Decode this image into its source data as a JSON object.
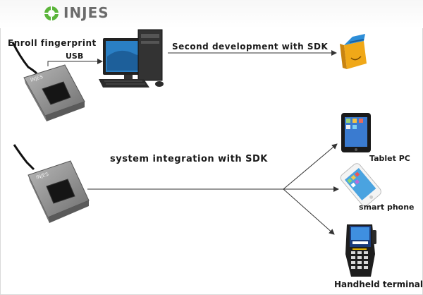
{
  "brand": {
    "logo_text": "INJES",
    "accent_green": "#5bb53a"
  },
  "top_flow": {
    "source_label": "Enroll fingerprint",
    "connection_label": "USB",
    "sdk_label": "Second development with SDK"
  },
  "bottom_flow": {
    "sdk_label": "system integration with SDK",
    "targets": [
      {
        "label": "Tablet PC",
        "icon": "tablet-icon"
      },
      {
        "label": "smart phone",
        "icon": "smartphone-icon"
      },
      {
        "label": "Handheld terminal",
        "icon": "handheld-terminal-icon"
      }
    ]
  },
  "icons": {
    "scanner": "fingerprint-scanner-icon",
    "computer": "desktop-computer-icon",
    "software": "software-box-icon"
  }
}
